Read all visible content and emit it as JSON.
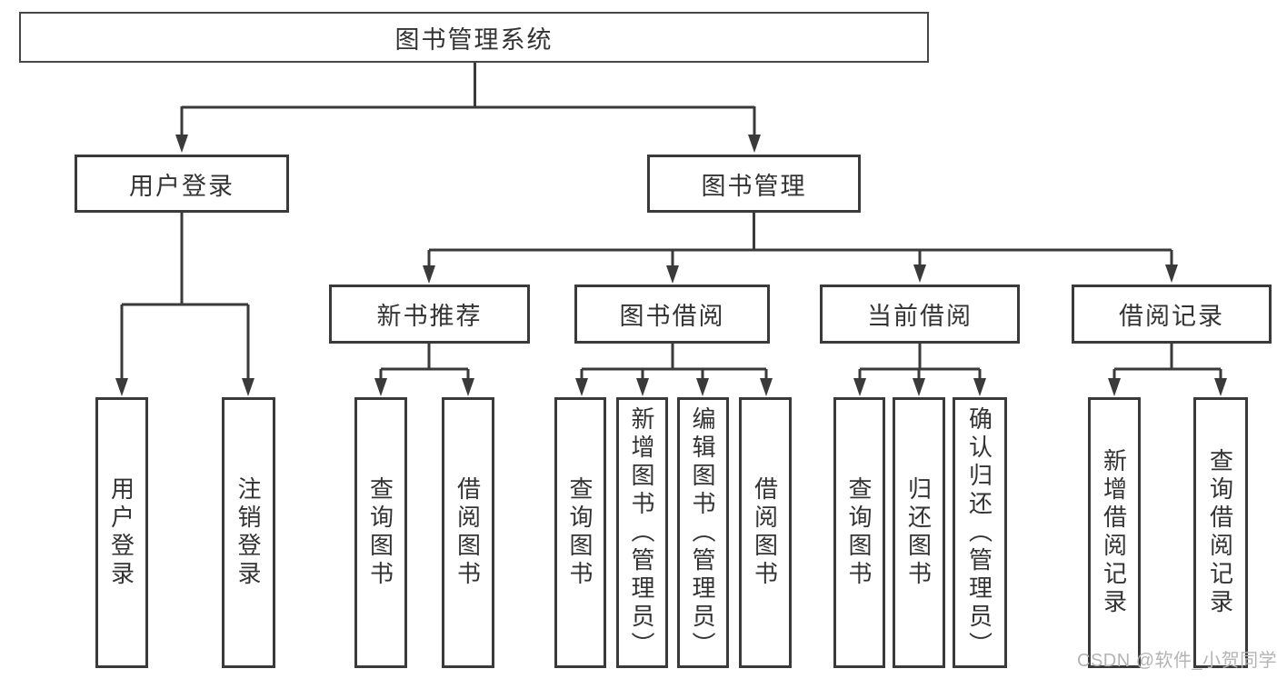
{
  "colors": {
    "line": "#3a3a3a",
    "text": "#333333",
    "watermark": "#b4b4b4",
    "background": "#ffffff"
  },
  "watermark": {
    "text": "CSDN @软件_小贺同学"
  },
  "root": {
    "label": "图书管理系统"
  },
  "branches": [
    {
      "label": "用户登录",
      "children": [
        {
          "label": "用户登录"
        },
        {
          "label": "注销登录"
        }
      ]
    },
    {
      "label": "图书管理",
      "children": [
        {
          "label": "新书推荐",
          "children": [
            {
              "label": "查询图书"
            },
            {
              "label": "借阅图书"
            }
          ]
        },
        {
          "label": "图书借阅",
          "children": [
            {
              "label": "查询图书"
            },
            {
              "label": "新增图书（管理员）"
            },
            {
              "label": "编辑图书（管理员）"
            },
            {
              "label": "借阅图书"
            }
          ]
        },
        {
          "label": "当前借阅",
          "children": [
            {
              "label": "查询图书"
            },
            {
              "label": "归还图书"
            },
            {
              "label": "确认归还（管理员）"
            }
          ]
        },
        {
          "label": "借阅记录",
          "children": [
            {
              "label": "新增借阅记录"
            },
            {
              "label": "查询借阅记录"
            }
          ]
        }
      ]
    }
  ]
}
